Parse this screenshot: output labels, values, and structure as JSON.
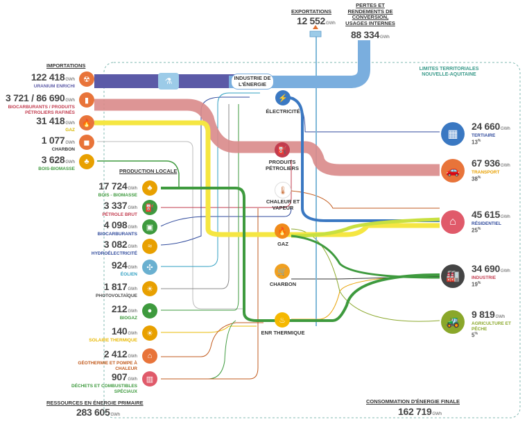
{
  "headers": {
    "importations": "IMPORTATIONS",
    "production_locale": "PRODUCTION LOCALE",
    "exportations": "EXPORTATIONS",
    "pertes": "PERTES ET RENDEMENTS DE CONVERSION, USAGES INTERNES",
    "limites": "LIMITES TERRITORIALES NOUVELLE-AQUITAINE",
    "ressources": "RESSOURCES EN ÉNERGIE PRIMAIRE",
    "consommation": "CONSOMMATION D'ÉNERGIE FINALE"
  },
  "unit": "GWh",
  "exportations_value": "12 552",
  "pertes_value": "88 334",
  "ressources_value": "283 605",
  "consommation_value": "162 719",
  "imports": [
    {
      "value": "122 418",
      "label": "URANIUM ENRICHI",
      "color": "#5b5aa7",
      "icon": "atom-icon"
    },
    {
      "value": "3 721 / 86 690",
      "label": "BIOCARBURANTS / PRODUITS PÉTROLIERS RAFINÉS",
      "color": "#c23b4e",
      "icon": "fuel-can-icon"
    },
    {
      "value": "31 418",
      "label": "GAZ",
      "color": "#d8b800",
      "icon": "flame-icon"
    },
    {
      "value": "1 077",
      "label": "CHARBON",
      "color": "#333333",
      "icon": "coal-cart-icon"
    },
    {
      "value": "3 628",
      "label": "BOIS-BIOMASSE",
      "color": "#3e9a3e",
      "icon": "tree-icon"
    }
  ],
  "local": [
    {
      "value": "17 724",
      "label": "BOIS - BIOMASSE",
      "color": "#3e9a3e",
      "icon": "tree-icon"
    },
    {
      "value": "3 337",
      "label": "PÉTROLE BRUT",
      "color": "#c23b4e",
      "icon": "oil-pump-icon"
    },
    {
      "value": "4 098",
      "label": "BIOCARBURANTS",
      "color": "#2f4a9c",
      "icon": "biofuel-icon"
    },
    {
      "value": "3 082",
      "label": "HYDROÉLECTRICITÉ",
      "color": "#2f4a9c",
      "icon": "hydro-icon"
    },
    {
      "value": "924",
      "label": "ÉOLIEN",
      "color": "#2f9fc2",
      "icon": "wind-turbine-icon"
    },
    {
      "value": "1 817",
      "label": "PHOTOVOLTAÏQUE",
      "color": "#444444",
      "icon": "sun-panel-icon"
    },
    {
      "value": "212",
      "label": "BIOGAZ",
      "color": "#3e9a3e",
      "icon": "biogas-icon"
    },
    {
      "value": "140",
      "label": "SOLAIRE THERMIQUE",
      "color": "#e8b800",
      "icon": "sun-icon"
    },
    {
      "value": "2 412",
      "label": "GÉOTHERMIE ET POMPE À CHALEUR",
      "color": "#c25a1c",
      "icon": "house-heat-icon"
    },
    {
      "value": "907",
      "label": "DÉCHETS ET COMBUSTIBLES SPÉCIAUX",
      "color": "#3e9a3e",
      "icon": "waste-icon"
    }
  ],
  "nodes": {
    "industrie_energie": "INDUSTRIE DE L'ÉNERGIE",
    "electricite": "ÉLECTRICITÉ",
    "produits_petroliers": "PRODUITS PÉTROLIERS",
    "chaleur": "CHALEUR ET VAPEUR",
    "gaz": "GAZ",
    "charbon": "CHARBON",
    "enr": "EnR THERMIQUE"
  },
  "consumers": [
    {
      "value": "24 660",
      "label": "TERTIAIRE",
      "pct": "13",
      "color": "#2f4a9c",
      "icon": "office-building-icon"
    },
    {
      "value": "67 936",
      "label": "TRANSPORT",
      "pct": "38",
      "color": "#e8a000",
      "icon": "car-icon"
    },
    {
      "value": "45 615",
      "label": "RÉSIDENTIEL",
      "pct": "25",
      "color": "#2f4a9c",
      "icon": "house-icon"
    },
    {
      "value": "34 690",
      "label": "INDUSTRIE",
      "pct": "19",
      "color": "#c23b4e",
      "icon": "factory-icon"
    },
    {
      "value": "9 819",
      "label": "AGRICULTURE ET PÊCHE",
      "pct": "5",
      "color": "#8aa72a",
      "icon": "tractor-icon"
    }
  ]
}
